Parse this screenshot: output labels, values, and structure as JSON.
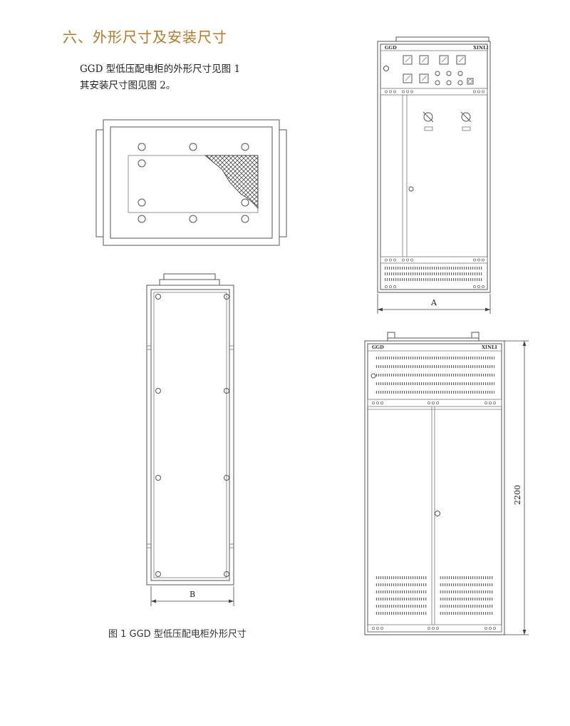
{
  "heading": "六、外形尺寸及安装尺寸",
  "paragraph": [
    "GGD 型低压配电柜的外形尺寸见图 1",
    "其安装尺寸图见图 2。"
  ],
  "caption": "图 1  GGD 型低压配电柜外形尺寸",
  "front_view": {
    "brand_left": "GGD",
    "brand_right": "XINLI",
    "dimension_label": "A"
  },
  "side_view": {
    "dimension_label": "B"
  },
  "rear_view": {
    "brand_left": "GGD",
    "brand_right": "XINLI",
    "height_label": "2200"
  }
}
